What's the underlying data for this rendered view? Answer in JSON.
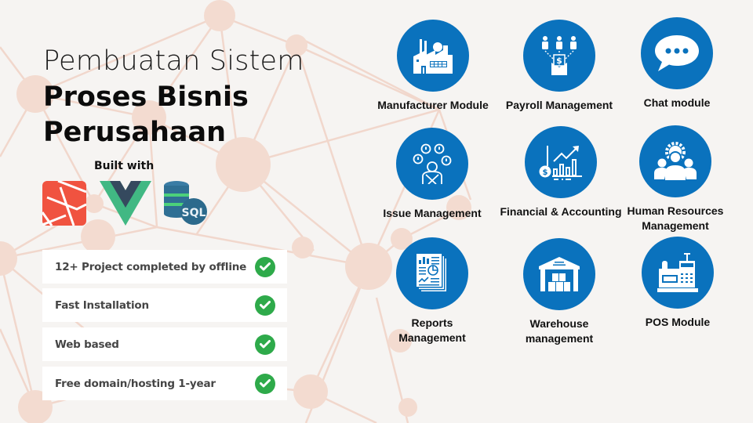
{
  "title": {
    "line1": "Pembuatan Sistem",
    "line2": "Proses Bisnis",
    "line3": "Perusahaan"
  },
  "built_with": {
    "label": "Built with",
    "technologies": [
      {
        "name": "Laravel",
        "icon": "laravel-logo-icon",
        "color": "#f05340"
      },
      {
        "name": "Vue",
        "icon": "vue-logo-icon",
        "color": "#41b883"
      },
      {
        "name": "SQL",
        "icon": "sql-database-icon",
        "color": "#2f6f94"
      }
    ]
  },
  "features": [
    {
      "label": "12+ Project completed by offline",
      "icon": "check-circle-icon"
    },
    {
      "label": "Fast Installation",
      "icon": "check-circle-icon"
    },
    {
      "label": "Web based",
      "icon": "check-circle-icon"
    },
    {
      "label": "Free domain/hosting 1-year",
      "icon": "check-circle-icon"
    }
  ],
  "modules": [
    {
      "label": "Manufacturer Module",
      "icon": "factory-icon"
    },
    {
      "label": "Payroll Management",
      "icon": "payroll-icon"
    },
    {
      "label": "Chat module",
      "icon": "chat-bubble-icon"
    },
    {
      "label": "Issue Management",
      "icon": "issue-icon"
    },
    {
      "label": "Financial & Accounting",
      "icon": "finance-chart-icon"
    },
    {
      "label": "Human Resources\nManagement",
      "icon": "team-gear-icon"
    },
    {
      "label": "Reports\nManagement",
      "icon": "report-document-icon"
    },
    {
      "label": "Warehouse\nmanagement",
      "icon": "warehouse-icon"
    },
    {
      "label": "POS Module",
      "icon": "cash-register-icon"
    }
  ],
  "colors": {
    "background": "#f6f4f2",
    "network": "#f2d6cb",
    "module_circle": "#0a72bd",
    "check": "#2eaa4a",
    "feature_text": "#454545"
  }
}
